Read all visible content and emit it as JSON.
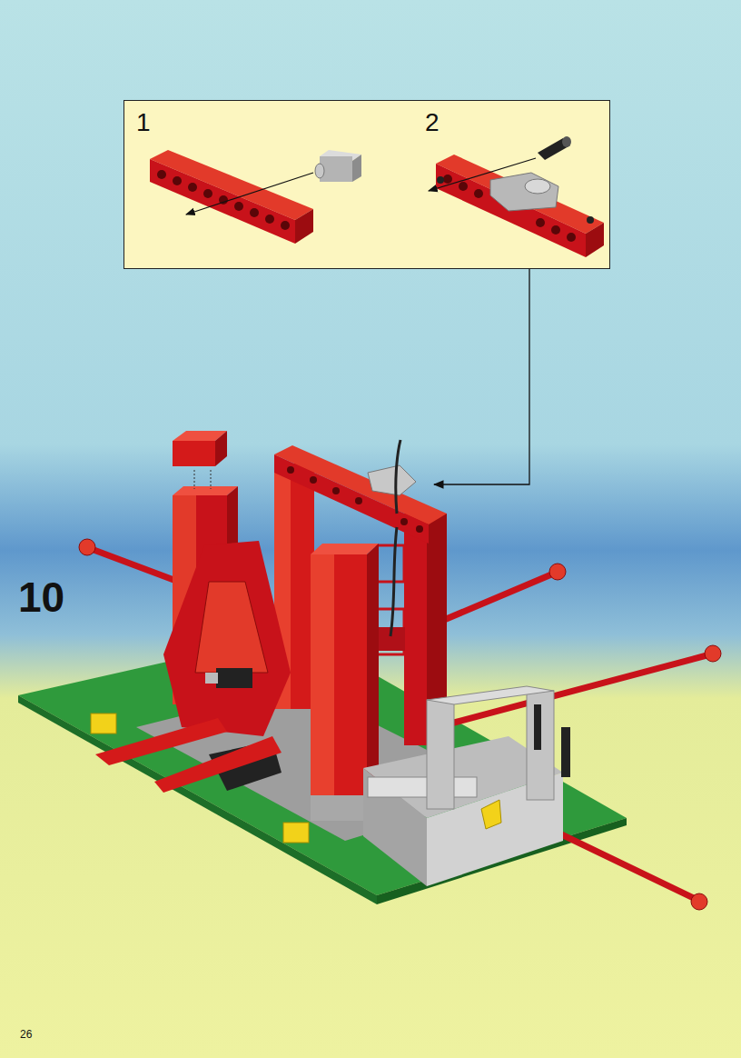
{
  "diagram": {
    "nodes": [
      {
        "text": [
          "1",
          "2"
        ]
      }
    ],
    "labels": [
      "10",
      "26"
    ]
  }
}
